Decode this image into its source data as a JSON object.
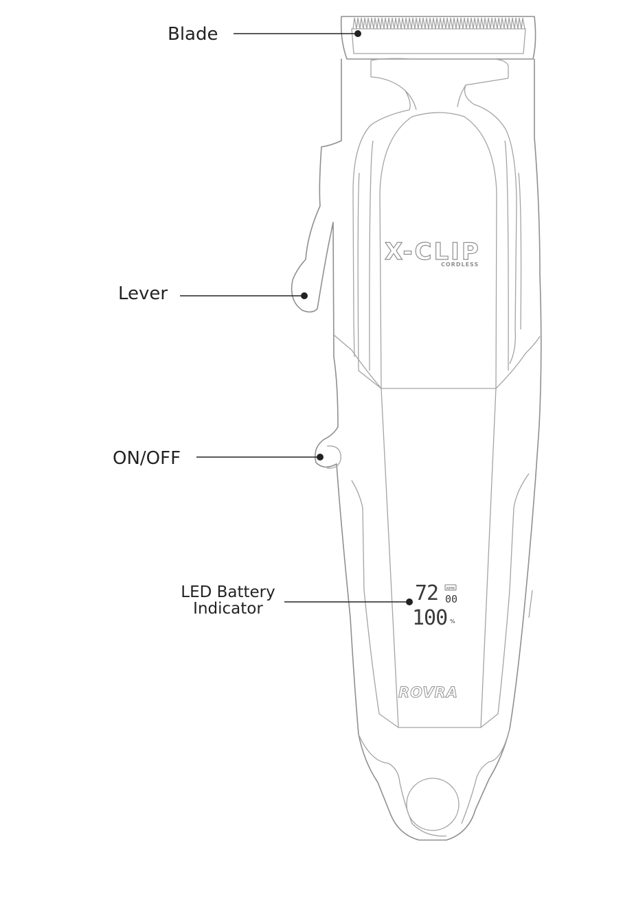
{
  "callouts": {
    "blade": "Blade",
    "lever": "Lever",
    "on_off": "ON/OFF",
    "led_line1": "LED Battery",
    "led_line2": "Indicator"
  },
  "device": {
    "model": "X-CLIP",
    "model_sub": "CORDLESS",
    "brand": "ROVRA",
    "display_rpm_value": "72",
    "display_rpm_unit": "RPM",
    "display_rpm_extra": "00",
    "display_battery": "100",
    "display_battery_unit": "%"
  },
  "colors": {
    "outline": "#8f8f8f",
    "callout": "#222222",
    "background": "#ffffff"
  }
}
